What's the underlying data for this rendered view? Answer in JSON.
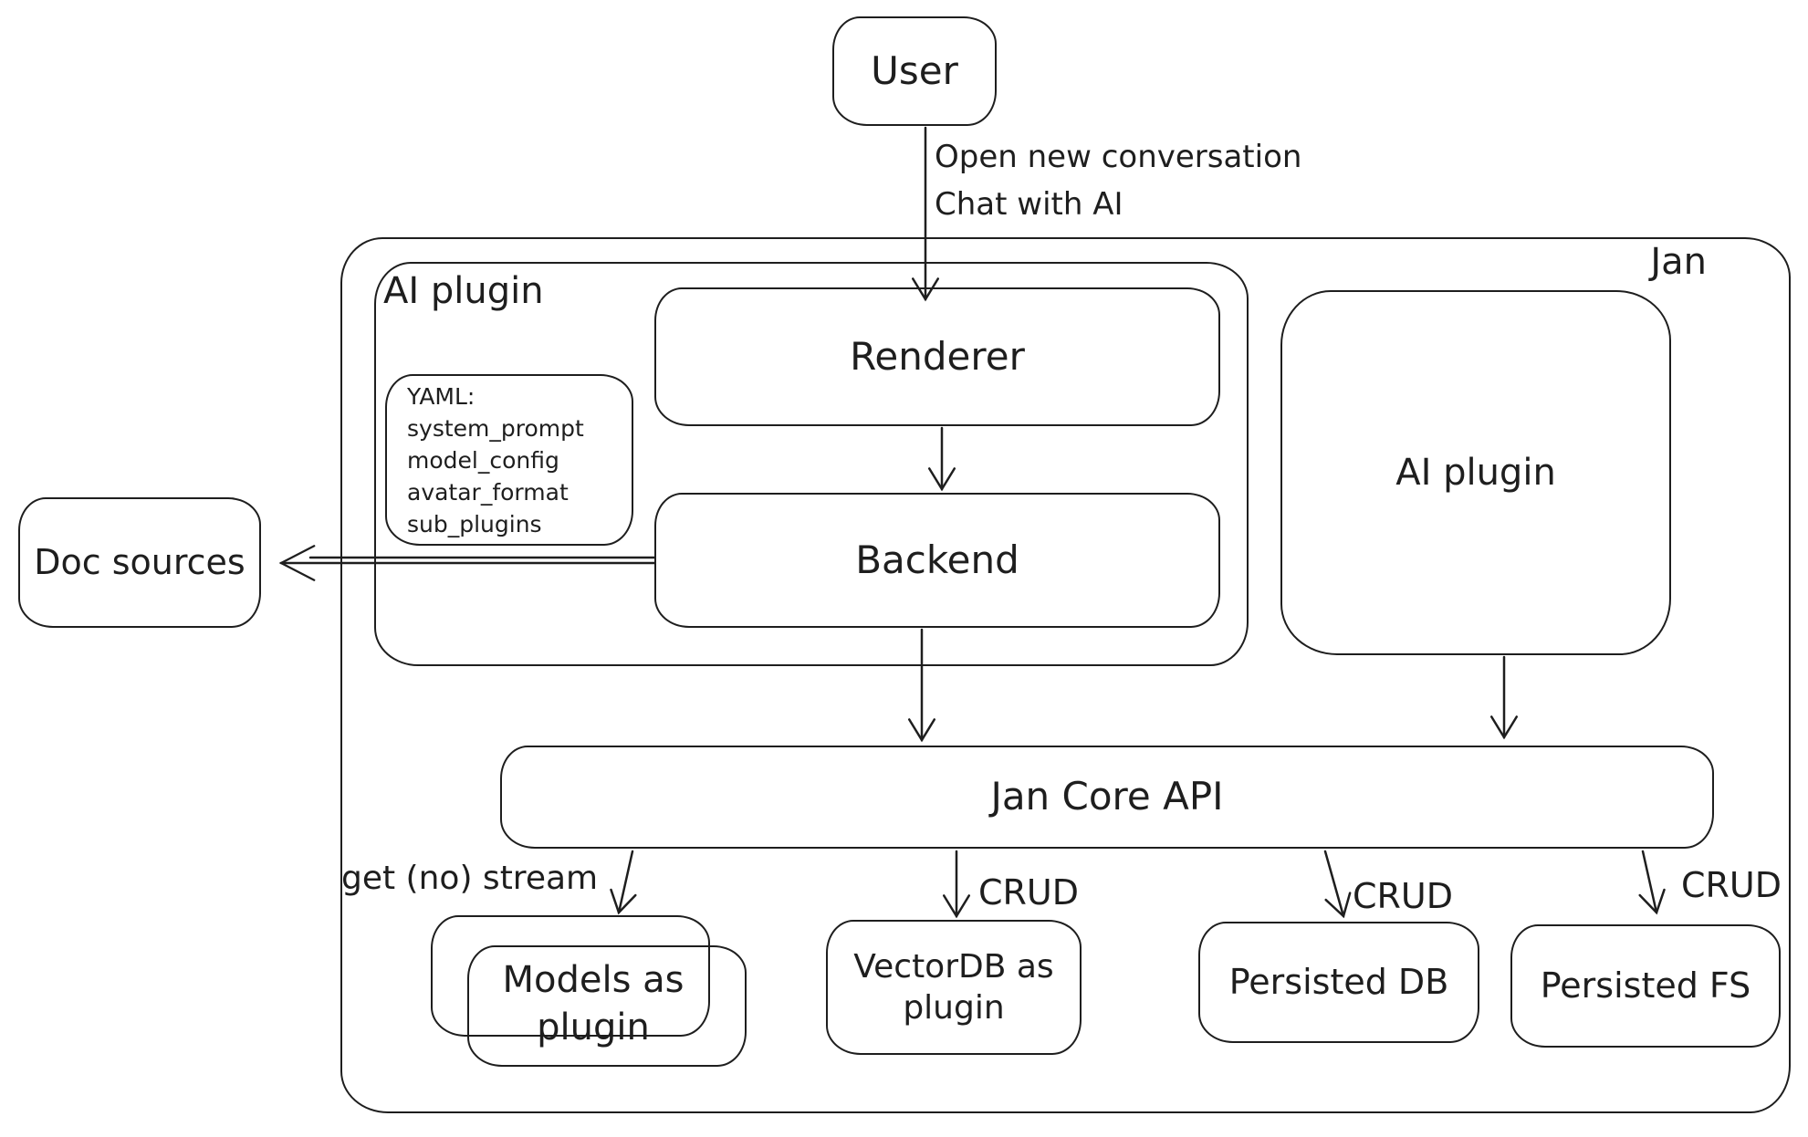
{
  "diagram": {
    "colors": {
      "stroke": "#1e1e1e",
      "background": "#ffffff"
    },
    "nodes": {
      "user": {
        "label": "User"
      },
      "jan_container": {
        "label": "Jan"
      },
      "ai_plugin_container": {
        "label": "AI plugin"
      },
      "renderer": {
        "label": "Renderer"
      },
      "backend": {
        "label": "Backend"
      },
      "yaml_note": {
        "title": "YAML:",
        "lines": [
          "system_prompt",
          "model_config",
          "avatar_format",
          "sub_plugins"
        ]
      },
      "doc_sources": {
        "label": "Doc sources"
      },
      "ai_plugin_box": {
        "label": "AI plugin"
      },
      "jan_core_api": {
        "label": "Jan Core API"
      },
      "models_plugin": {
        "label_line1": "Models as",
        "label_line2": "plugin"
      },
      "vector_db": {
        "label_line1": "VectorDB as",
        "label_line2": "plugin"
      },
      "persisted_db": {
        "label": "Persisted DB"
      },
      "persisted_fs": {
        "label": "Persisted FS"
      }
    },
    "edges": {
      "user_to_renderer": {
        "label_line1": "Open new conversation",
        "label_line2": "Chat with AI"
      },
      "core_to_models": {
        "label": "get (no) stream"
      },
      "core_to_vectordb": {
        "label": "CRUD"
      },
      "core_to_persisted_db": {
        "label": "CRUD"
      },
      "core_to_persisted_fs": {
        "label": "CRUD"
      }
    }
  }
}
